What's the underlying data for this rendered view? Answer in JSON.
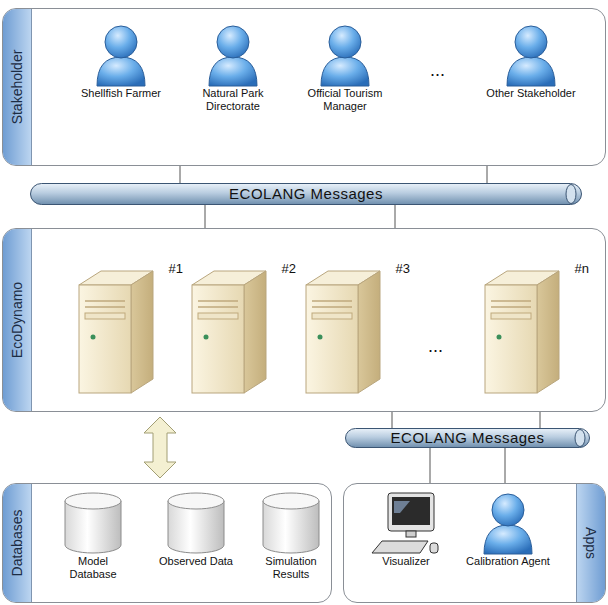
{
  "diagram": {
    "nodes": [
      {
        "text": [
          "Stakeholder"
        ]
      },
      {
        "text": [
          "Shellfish Farmer"
        ],
        "in": 0
      },
      {
        "text": [
          "Natural Park Directorate"
        ],
        "in": 0
      },
      {
        "text": [
          "Official Tourism Manager"
        ],
        "in": 0
      },
      {
        "text": [
          "Other Stakeholder"
        ],
        "in": 0
      },
      {
        "text": [
          "ECOLANG Messages"
        ]
      },
      {
        "text": [
          "EcoDynamo"
        ]
      },
      {
        "text": [
          "#1"
        ],
        "in": 6
      },
      {
        "text": [
          "#2"
        ],
        "in": 6
      },
      {
        "text": [
          "#3"
        ],
        "in": 6
      },
      {
        "text": [
          "#n"
        ],
        "in": 6
      },
      {
        "text": [
          "ECOLANG Messages"
        ]
      },
      {
        "text": [
          "Databases"
        ]
      },
      {
        "text": [
          "Model Database"
        ],
        "in": 12
      },
      {
        "text": [
          "Observed Data"
        ],
        "in": 12
      },
      {
        "text": [
          "Simulation Results"
        ],
        "in": 12
      },
      {
        "text": [
          "Apps"
        ]
      },
      {
        "text": [
          "Visualizer"
        ],
        "in": 16
      },
      {
        "text": [
          "Calibration Agent"
        ],
        "in": 16
      }
    ],
    "edges": [
      {
        "from": 0,
        "to": 5,
        "arrow": "none"
      },
      {
        "from": 0,
        "to": 5,
        "arrow": "none"
      },
      {
        "from": 5,
        "to": 6,
        "arrow": "none"
      },
      {
        "from": 5,
        "to": 6,
        "arrow": "none"
      },
      {
        "from": 6,
        "to": 12,
        "arrow": "both"
      },
      {
        "from": 6,
        "to": 11,
        "arrow": "none"
      },
      {
        "from": 6,
        "to": 11,
        "arrow": "none"
      },
      {
        "from": 11,
        "to": 16,
        "arrow": "none"
      },
      {
        "from": 11,
        "to": 16,
        "arrow": "none"
      }
    ],
    "labels": [
      "...",
      "..."
    ]
  }
}
